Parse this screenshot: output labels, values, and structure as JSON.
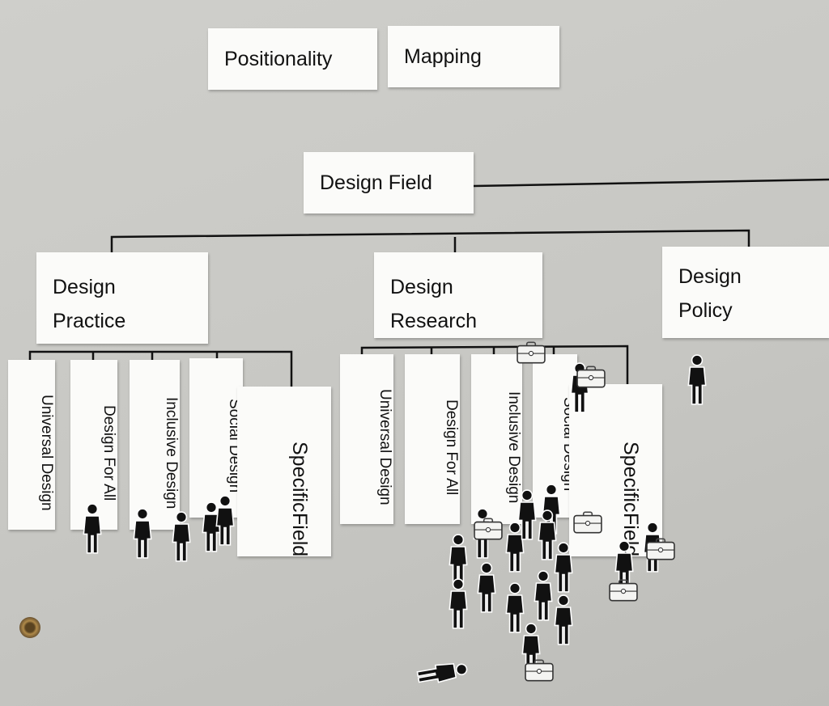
{
  "title_cards": {
    "positionality": "Positionality",
    "mapping": "Mapping"
  },
  "root": {
    "label": "Design Field"
  },
  "branches": {
    "practice": {
      "line1": "Design",
      "line2": "Practice",
      "children": [
        "Universal Design",
        "Design For All",
        "Inclusive Design",
        "Social Design"
      ],
      "specific": {
        "line1": "Specific",
        "line2": "Field"
      }
    },
    "research": {
      "line1": "Design",
      "line2": "Research",
      "children": [
        "Universal Design",
        "Design For All",
        "Inclusive Design",
        "Social Design"
      ],
      "specific": {
        "line1": "Specific",
        "line2": "Field"
      }
    },
    "policy": {
      "line1": "Design",
      "line2": "Policy"
    }
  },
  "colors": {
    "wall": "#c9c9c5",
    "paper": "#fbfbf9",
    "ink": "#111111"
  }
}
